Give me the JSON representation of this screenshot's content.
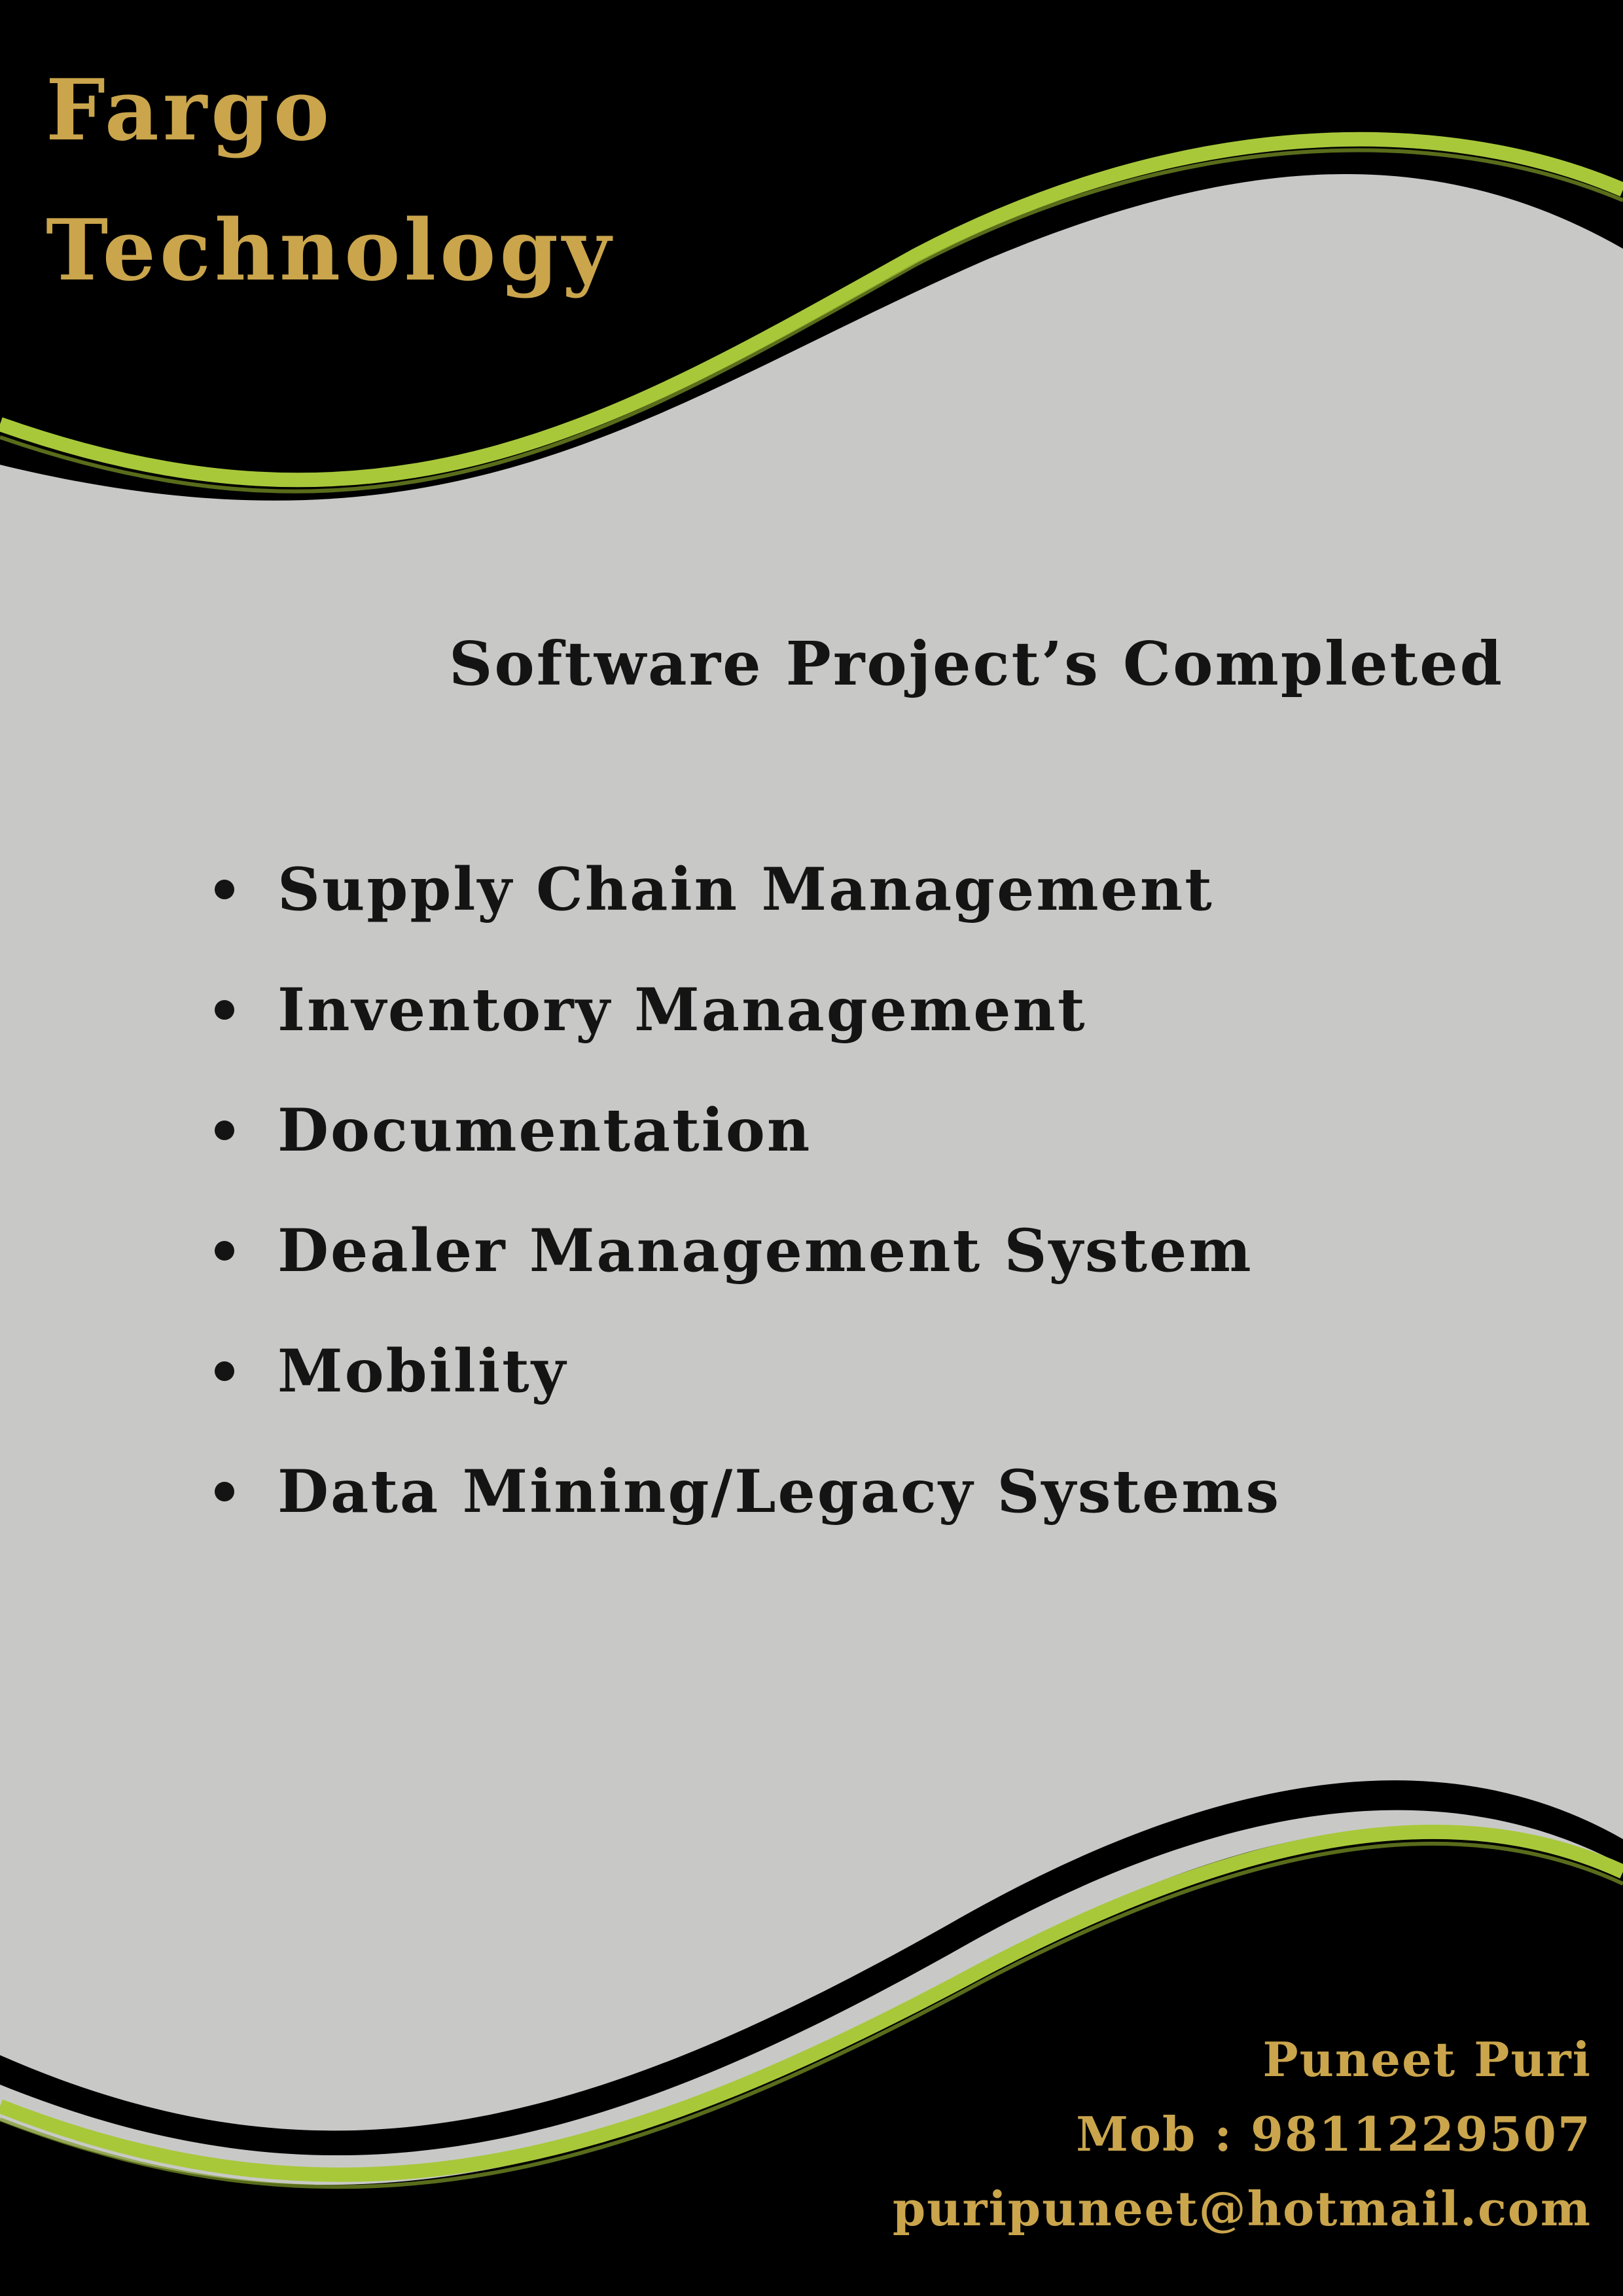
{
  "brand": {
    "company_line1": "Fargo",
    "company_line2": "Technology"
  },
  "main": {
    "heading": "Software Project’s Completed",
    "projects": [
      "Supply Chain Management",
      "Inventory Management",
      "Documentation",
      "Dealer Management System",
      "Mobility",
      "Data Mining/Legacy Systems"
    ]
  },
  "contact": {
    "name": "Puneet Puri",
    "mobile": "Mob : 9811229507",
    "email": "puripuneet@hotmail.com"
  },
  "colors": {
    "background": "#c8c9c7",
    "band": "#000000",
    "accent_green": "#a8c83a",
    "gold": "#caa54c",
    "text": "#141414"
  }
}
